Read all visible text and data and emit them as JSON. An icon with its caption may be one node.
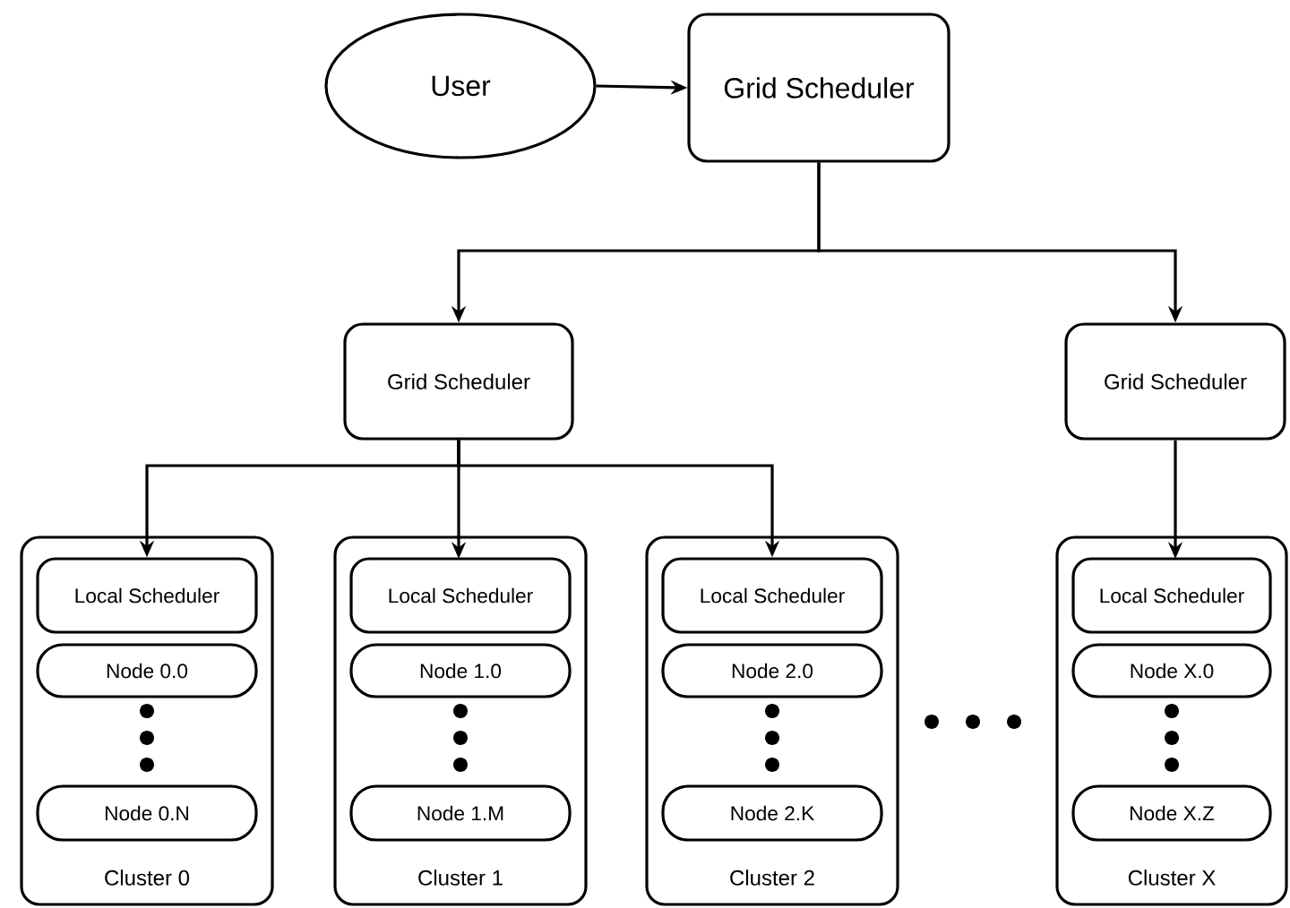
{
  "diagram": {
    "nodes": [
      {
        "text": [
          "User"
        ]
      },
      {
        "text": [
          "Grid Scheduler"
        ]
      },
      {
        "text": [
          "Grid Scheduler"
        ]
      },
      {
        "text": [
          "Grid Scheduler"
        ]
      },
      {
        "text": [
          "Cluster 0"
        ]
      },
      {
        "text": [
          "Local Scheduler"
        ],
        "in": 4
      },
      {
        "text": [
          "Node 0.0"
        ],
        "in": 4
      },
      {
        "text": [
          "Node 0.N"
        ],
        "in": 4
      },
      {
        "text": [
          "Cluster 1"
        ]
      },
      {
        "text": [
          "Local Scheduler"
        ],
        "in": 8
      },
      {
        "text": [
          "Node 1.0"
        ],
        "in": 8
      },
      {
        "text": [
          "Node 1.M"
        ],
        "in": 8
      },
      {
        "text": [
          "Cluster 2"
        ]
      },
      {
        "text": [
          "Local Scheduler"
        ],
        "in": 12
      },
      {
        "text": [
          "Node 2.0"
        ],
        "in": 12
      },
      {
        "text": [
          "Node 2.K"
        ],
        "in": 12
      },
      {
        "text": [
          "Cluster X"
        ]
      },
      {
        "text": [
          "Local Scheduler"
        ],
        "in": 16
      },
      {
        "text": [
          "Node X.0"
        ],
        "in": 16
      },
      {
        "text": [
          "Node X.Z"
        ],
        "in": 16
      }
    ],
    "edges": [
      {
        "from": 0,
        "to": 1,
        "arrow": "to"
      },
      {
        "from": 1,
        "to": 2,
        "arrow": "to"
      },
      {
        "from": 1,
        "to": 3,
        "arrow": "to"
      },
      {
        "from": 2,
        "to": 5,
        "arrow": "to"
      },
      {
        "from": 2,
        "to": 9,
        "arrow": "to"
      },
      {
        "from": 2,
        "to": 13,
        "arrow": "to"
      },
      {
        "from": 3,
        "to": 17,
        "arrow": "to"
      }
    ]
  }
}
